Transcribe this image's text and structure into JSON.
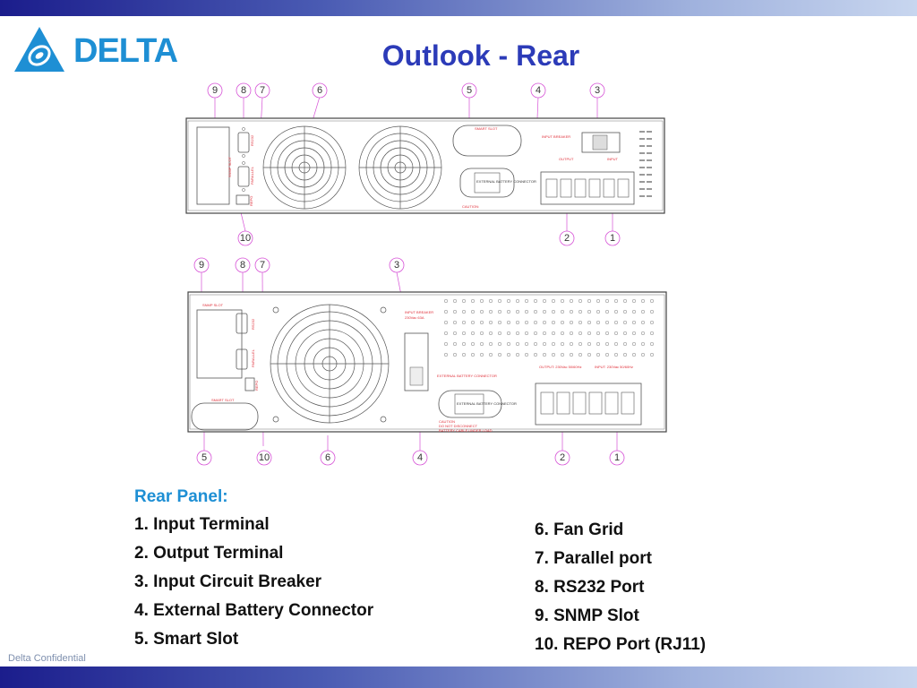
{
  "header": {
    "logo_text": "DELTA",
    "title": "Outlook - Rear"
  },
  "diagram": {
    "top_callouts_upper": [
      "9",
      "8",
      "7",
      "6",
      "5",
      "4",
      "3"
    ],
    "bottom_callouts_upper": [
      "10",
      "2",
      "1"
    ],
    "top_callouts_lower": [
      "9",
      "8",
      "7",
      "3"
    ],
    "bottom_callouts_lower": [
      "5",
      "10",
      "6",
      "4",
      "2",
      "1"
    ],
    "upper_labels": {
      "smart_slot": "SMART SLOT",
      "snmp_slot": "SNMP SLOT",
      "rs232": "RS232",
      "parallel": "PARALLEL",
      "repo": "REPO",
      "input_breaker": "INPUT BREAKER",
      "ext_battery": "EXTERNAL BATTERY CONNECTOR",
      "caution": "CAUTION:",
      "output": "OUTPUT",
      "input": "INPUT"
    },
    "lower_labels": {
      "snmp_slot": "SNMP SLOT",
      "smart_slot": "SMART SLOT",
      "rs232": "RS232",
      "parallel": "PARALLEL",
      "repo": "REPO",
      "input_breaker": "INPUT BREAKER",
      "breaker_rating": "230Vac 63A",
      "ext_battery_title": "EXTERNAL BATTERY CONNECTOR",
      "ext_battery": "EXTERNAL BATTERY CONNECTOR",
      "caution": "CAUTION",
      "caution_line1": "DO NOT DISCONNECT",
      "caution_line2": "BATTERY CABLE UNDER LOAD",
      "output": "OUTPUT: 230Vac 50/60Hz",
      "input": "INPUT: 230Vac 50/60Hz"
    }
  },
  "rear_panel": {
    "heading": "Rear Panel:",
    "left_items": [
      "1. Input Terminal",
      "2. Output Terminal",
      "3. Input Circuit Breaker",
      "4. External Battery Connector",
      "5. Smart Slot"
    ],
    "right_items": [
      "6. Fan Grid",
      "7. Parallel port",
      "8. RS232 Port",
      "9. SNMP Slot",
      "10. REPO Port (RJ11)"
    ]
  },
  "footer": {
    "confidential": "Delta Confidential"
  },
  "colors": {
    "title": "#2c3bb8",
    "logo": "#1e8fd4",
    "heading": "#1e8fd4",
    "callout_ring": "#d651d6",
    "annotation_red": "#e0303a"
  }
}
